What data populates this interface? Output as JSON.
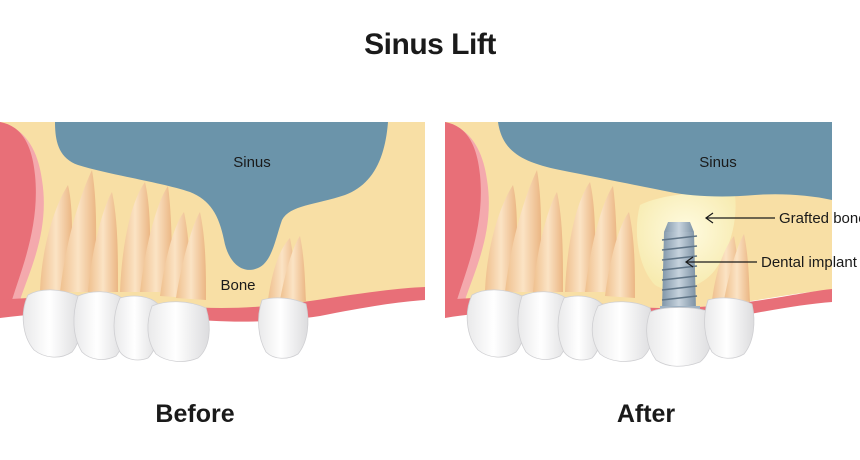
{
  "title": "Sinus Lift",
  "before": {
    "caption": "Before",
    "sinus_label": "Sinus",
    "bone_label": "Bone"
  },
  "after": {
    "caption": "After",
    "sinus_label": "Sinus",
    "grafted_bone_label": "Grafted bone",
    "dental_implant_label": "Dental implant"
  },
  "colors": {
    "bone": "#f8dfa5",
    "gum": "#e86f78",
    "gum_light": "#f4a9ad",
    "sinus": "#6b94aa",
    "graft": "#fbf3b5",
    "implant": "#a3b5c5",
    "tooth": "#ffffff",
    "root": "#f6cfa2"
  }
}
